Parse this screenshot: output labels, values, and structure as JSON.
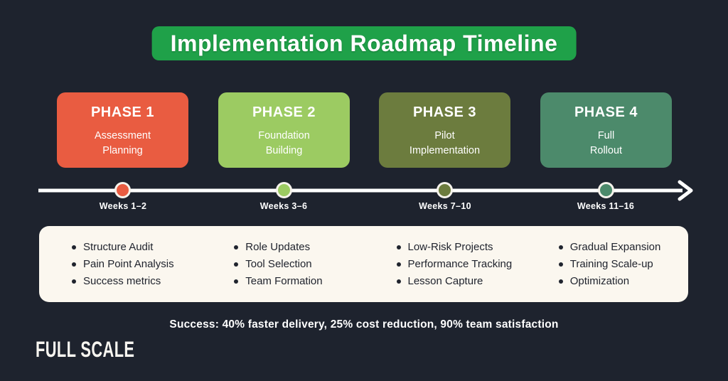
{
  "title": "Implementation Roadmap Timeline",
  "colors": {
    "background": "#1e232e",
    "banner_green": "#1fa149",
    "panel_cream": "#fbf7ef",
    "text_dark": "#20242e",
    "text_white": "#ffffff",
    "phase1": "#e95c41",
    "phase2": "#9ccb62",
    "phase3": "#6c7c3e",
    "phase4": "#4c8a6b"
  },
  "phases": [
    {
      "label": "PHASE 1",
      "sub1": "Assessment",
      "sub2": "Planning",
      "weeks": "Weeks 1–2",
      "color": "#e95c41"
    },
    {
      "label": "PHASE 2",
      "sub1": "Foundation",
      "sub2": "Building",
      "weeks": "Weeks 3–6",
      "color": "#9ccb62"
    },
    {
      "label": "PHASE 3",
      "sub1": "Pilot",
      "sub2": "Implementation",
      "weeks": "Weeks 7–10",
      "color": "#6c7c3e"
    },
    {
      "label": "PHASE 4",
      "sub1": "Full",
      "sub2": "Rollout",
      "weeks": "Weeks 11–16",
      "color": "#4c8a6b"
    }
  ],
  "details": {
    "columns": [
      {
        "items": [
          "Structure Audit",
          "Pain Point Analysis",
          "Success metrics"
        ]
      },
      {
        "items": [
          "Role Updates",
          "Tool Selection",
          "Team Formation"
        ]
      },
      {
        "items": [
          "Low-Risk Projects",
          "Performance Tracking",
          "Lesson Capture"
        ]
      },
      {
        "items": [
          "Gradual Expansion",
          "Training Scale-up",
          "Optimization"
        ]
      }
    ]
  },
  "success_note": "Success: 40% faster delivery, 25% cost reduction, 90% team satisfaction",
  "logo": "FULL SCALE"
}
